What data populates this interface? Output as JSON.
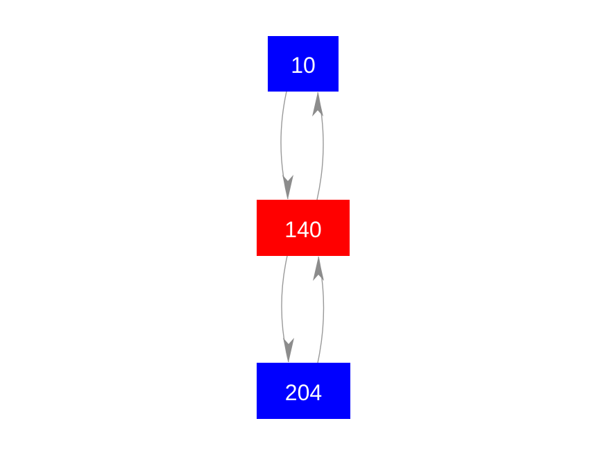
{
  "window": {
    "background": "#ffffff"
  },
  "graph": {
    "edge_color": "#999999",
    "arrowhead_color": "#8c8c8c",
    "node_text_color": "#ffffff",
    "nodes": [
      {
        "id": "10",
        "label": "10",
        "fill": "#0000ff"
      },
      {
        "id": "140",
        "label": "140",
        "fill": "#ff0000"
      },
      {
        "id": "204",
        "label": "204",
        "fill": "#0000ff"
      }
    ],
    "edges": [
      {
        "from": "10",
        "to": "140",
        "direction": "down"
      },
      {
        "from": "140",
        "to": "10",
        "direction": "up"
      },
      {
        "from": "140",
        "to": "204",
        "direction": "down"
      },
      {
        "from": "204",
        "to": "140",
        "direction": "up"
      }
    ]
  }
}
